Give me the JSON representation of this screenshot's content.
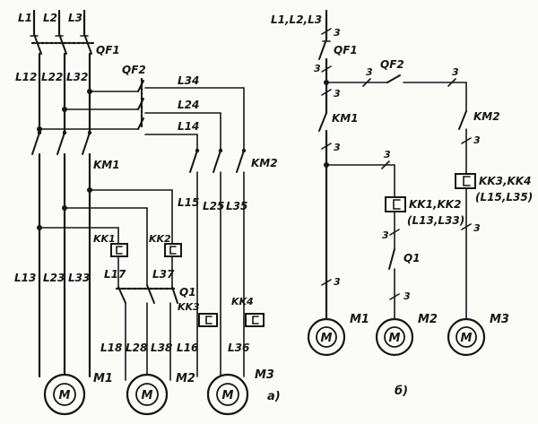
{
  "left": {
    "phase_labels": [
      "L1",
      "L2",
      "L3"
    ],
    "breaker_main": "QF1",
    "breaker_aux": "QF2",
    "wire_labels_top": [
      "L12",
      "L22",
      "L32"
    ],
    "aux_lines": [
      "L34",
      "L24",
      "L14"
    ],
    "contactor1": "KM1",
    "contactor2": "KM2",
    "wire_l15": "L15",
    "wire_l25": "L25",
    "wire_l35": "L35",
    "relay_kk1": "KK1",
    "relay_kk2": "KK2",
    "relay_kk3": "KK3",
    "relay_kk4": "KK4",
    "wire_labels_mid": [
      "L13",
      "L23",
      "L33"
    ],
    "wire_l17": "L17",
    "wire_l37": "L37",
    "switch_q1": "Q1",
    "wire_labels_bottom": [
      "L18",
      "L28",
      "L38",
      "L16"
    ],
    "wire_l36": "L36",
    "motors": [
      "M1",
      "M2",
      "M3"
    ],
    "motor_symbol": "M",
    "caption": "а)"
  },
  "right": {
    "supply": "L1,L2,L3",
    "breaker_main": "QF1",
    "breaker_aux": "QF2",
    "count_mark": "3",
    "contactor1": "KM1",
    "contactor2": "KM2",
    "relay_m2": "KK1,KK2",
    "relay_m2_sub": "(L13,L33)",
    "relay_m3": "KK3,KK4",
    "relay_m3_sub": "(L15,L35)",
    "switch_q1": "Q1",
    "motors": [
      "M1",
      "M2",
      "M3"
    ],
    "motor_symbol": "M",
    "caption": "б)"
  }
}
